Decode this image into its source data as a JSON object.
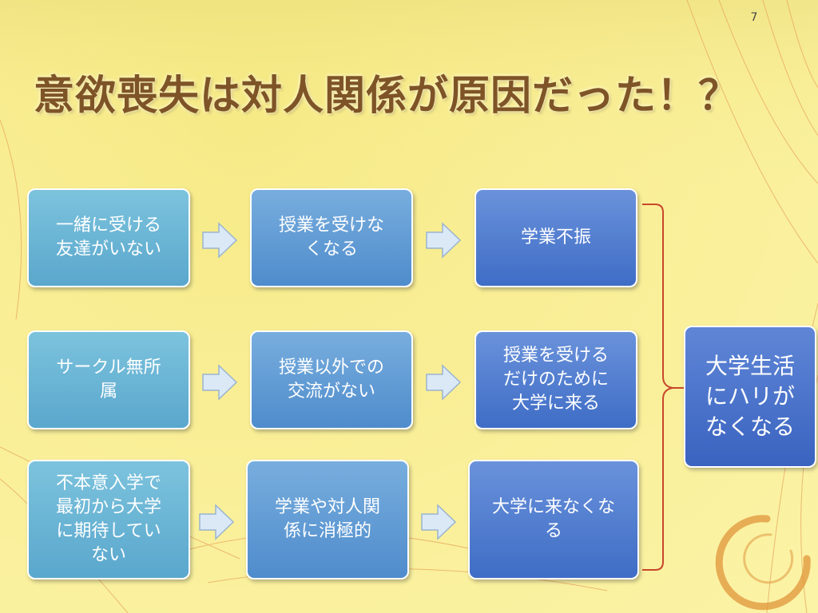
{
  "page_number": "7",
  "title": "意欲喪失は対人関係が原因だった！？",
  "rows": [
    {
      "boxes": [
        {
          "lines": [
            "一緒に受ける",
            "友達がいない"
          ]
        },
        {
          "lines": [
            "授業を受けな",
            "くなる"
          ]
        },
        {
          "lines": [
            "学業不振"
          ]
        }
      ]
    },
    {
      "boxes": [
        {
          "lines": [
            "サークル無所",
            "属"
          ]
        },
        {
          "lines": [
            "授業以外での",
            "交流がない"
          ]
        },
        {
          "lines": [
            "授業を受ける",
            "だけのために",
            "大学に来る"
          ]
        }
      ]
    },
    {
      "boxes": [
        {
          "lines": [
            "不本意入学で",
            "最初から大学",
            "に期待してい",
            "ない"
          ]
        },
        {
          "lines": [
            "学業や対人関",
            "係に消極的"
          ]
        },
        {
          "lines": [
            "大学に来なくな",
            "る"
          ]
        }
      ]
    }
  ],
  "result": {
    "lines": [
      "大学生活",
      "にハリが",
      "なくなる"
    ]
  },
  "colors": {
    "background": "#f9ee95",
    "title": "#7e5427",
    "col1": "#6ab5d6",
    "col2": "#5f9ad4",
    "col3": "#4f7fd0",
    "result": "#4a72cc",
    "brace": "#c8472c",
    "arrow": "#d9eaf8"
  }
}
